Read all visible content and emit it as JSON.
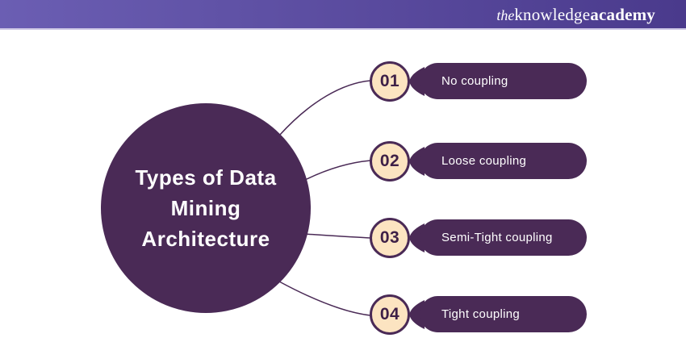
{
  "header": {
    "logo_the": "the",
    "logo_knowledge": "knowledge",
    "logo_academy": "academy"
  },
  "diagram": {
    "title_lines": [
      "Types of Data",
      "Mining",
      "Architecture"
    ],
    "items": [
      {
        "number": "01",
        "label": "No coupling"
      },
      {
        "number": "02",
        "label": "Loose coupling"
      },
      {
        "number": "03",
        "label": "Semi-Tight coupling"
      },
      {
        "number": "04",
        "label": "Tight coupling"
      }
    ]
  },
  "colors": {
    "header_gradient_start": "#6B5EB3",
    "header_gradient_end": "#4A3A8C",
    "header_bottom_line": "#CDC7E5",
    "primary_purple": "#4A2A56",
    "badge_cream": "#FCE4C1",
    "number_text": "#3E2047",
    "text_white": "#FFFFFF"
  }
}
